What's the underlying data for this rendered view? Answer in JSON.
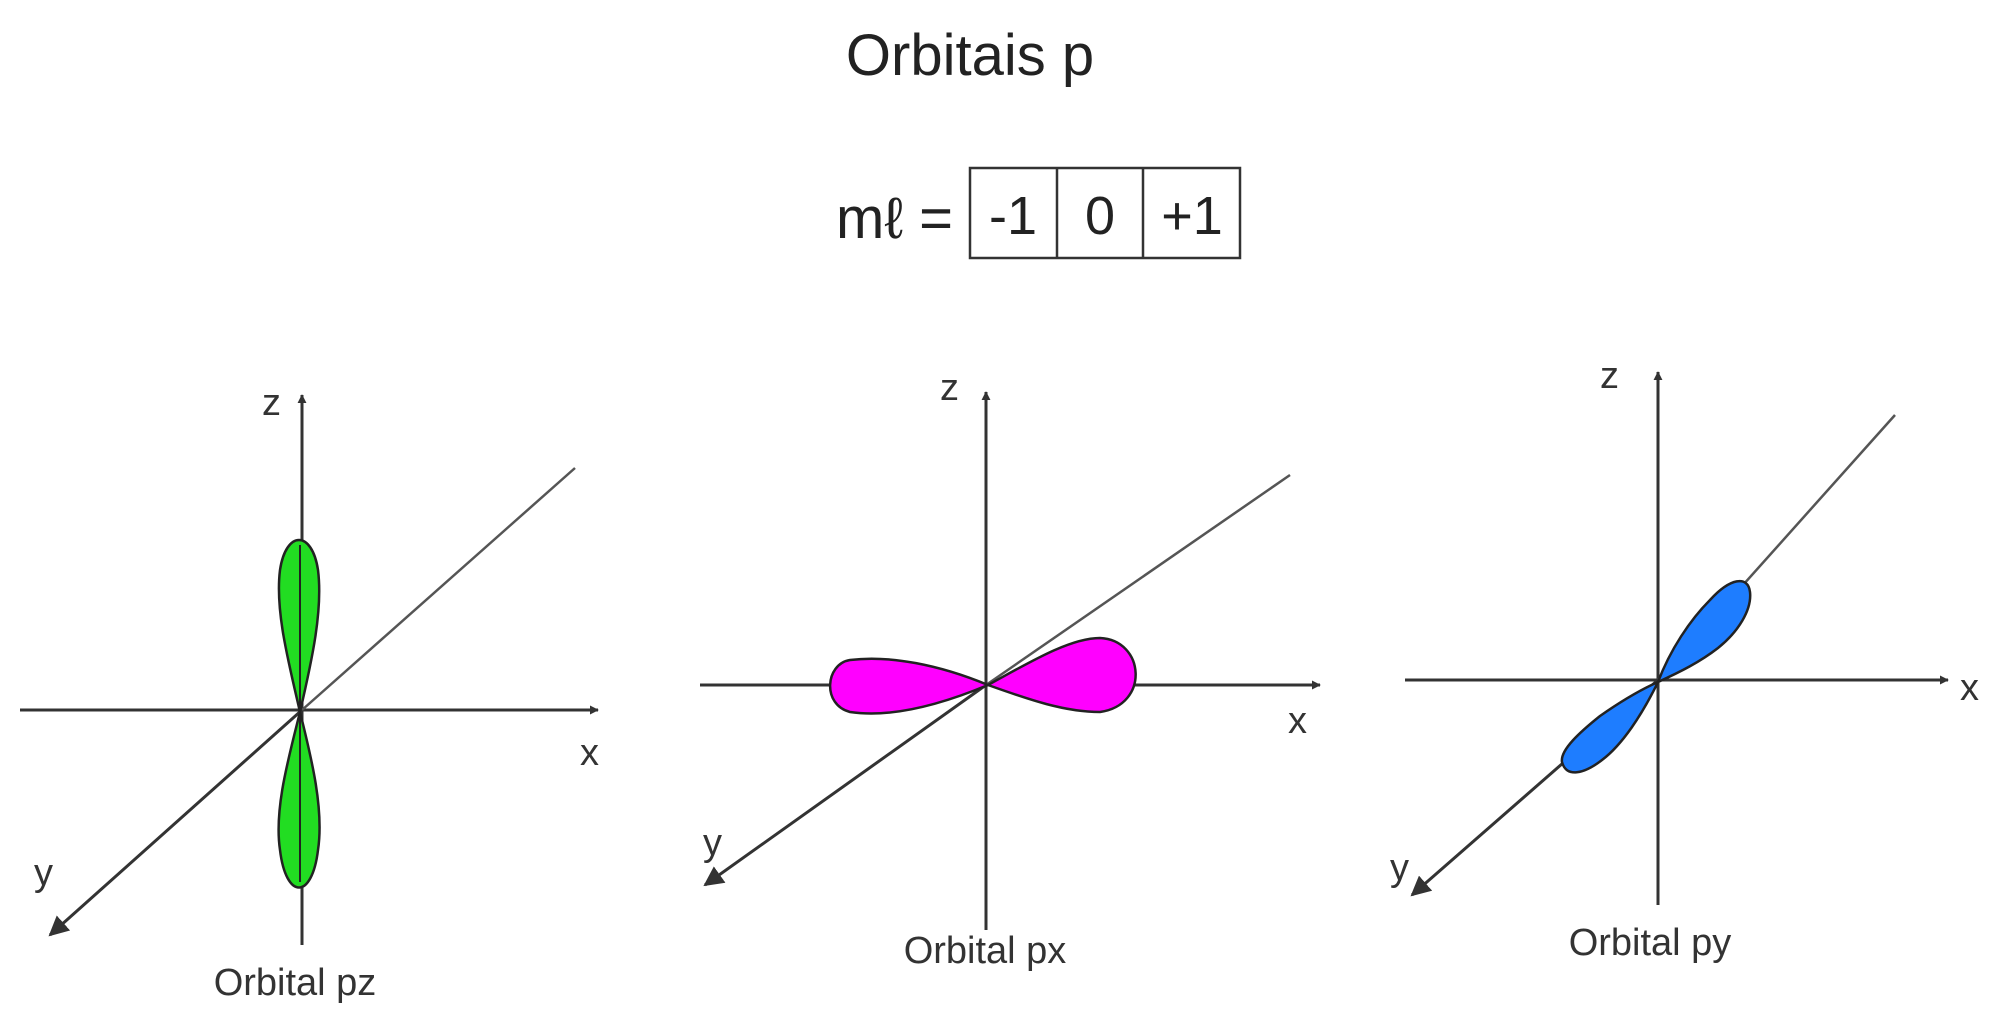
{
  "title": "Orbitais p",
  "ml": {
    "label": "mℓ =",
    "values": [
      "-1",
      "0",
      "+1"
    ]
  },
  "orbitals": [
    {
      "caption": "Orbital pz",
      "color": "#22dd22",
      "axes": {
        "x": "x",
        "y": "y",
        "z": "z"
      }
    },
    {
      "caption": "Orbital px",
      "color": "#ff00ff",
      "axes": {
        "x": "x",
        "y": "y",
        "z": "z"
      }
    },
    {
      "caption": "Orbital py",
      "color": "#1e7dff",
      "axes": {
        "x": "x",
        "y": "y",
        "z": "z"
      }
    }
  ]
}
